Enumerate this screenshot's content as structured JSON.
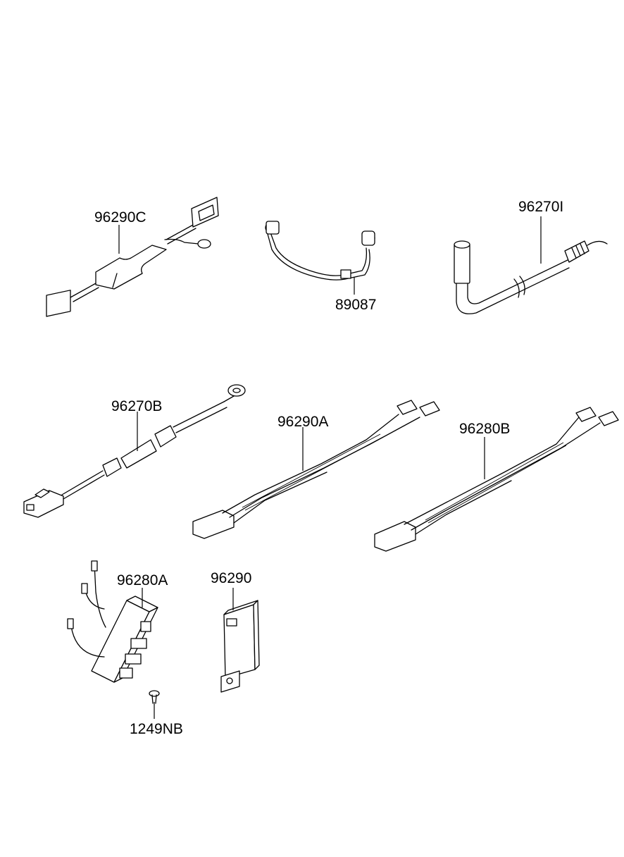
{
  "parts": {
    "p96290C": "96290C",
    "p89087": "89087",
    "p96270I": "96270I",
    "p96270B": "96270B",
    "p96290A": "96290A",
    "p96280B": "96280B",
    "p96280A": "96280A",
    "p96290": "96290",
    "p1249NB": "1249NB"
  }
}
